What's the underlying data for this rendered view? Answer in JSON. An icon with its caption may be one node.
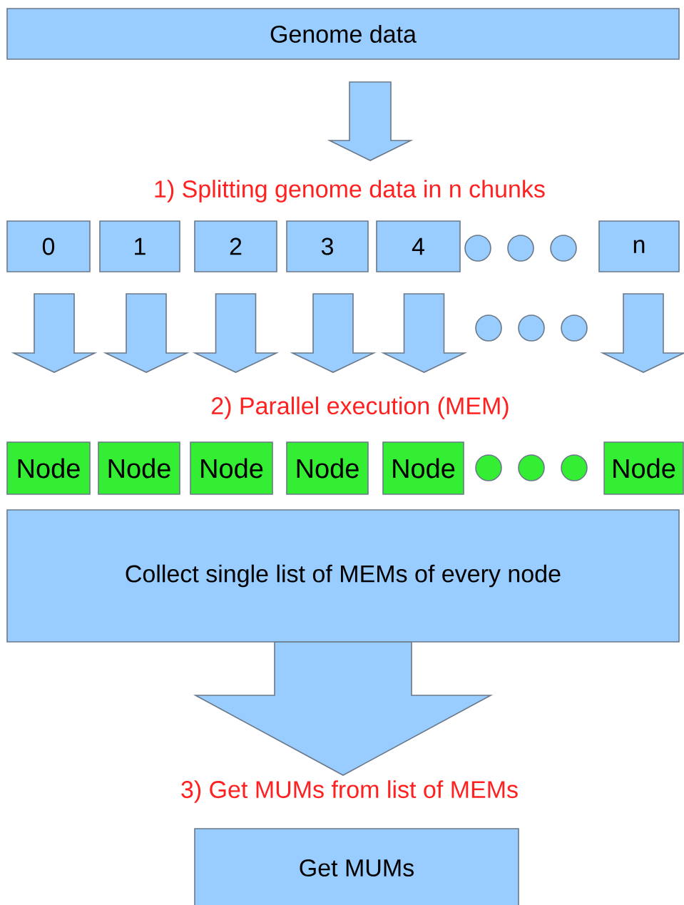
{
  "diagram": {
    "nodes": [
      {
        "text": [
          "Genome data"
        ]
      },
      {
        "text": [
          "0"
        ]
      },
      {
        "text": [
          "1"
        ]
      },
      {
        "text": [
          "2"
        ]
      },
      {
        "text": [
          "3"
        ]
      },
      {
        "text": [
          "4"
        ]
      },
      {
        "text": [
          "n"
        ]
      },
      {
        "text": [
          "Node"
        ]
      },
      {
        "text": [
          "Node"
        ]
      },
      {
        "text": [
          "Node"
        ]
      },
      {
        "text": [
          "Node"
        ]
      },
      {
        "text": [
          "Node"
        ]
      },
      {
        "text": [
          "Node"
        ]
      },
      {
        "text": [
          "Collect single list of MEMs of every node"
        ]
      },
      {
        "text": [
          "Get MUMs"
        ]
      }
    ],
    "edges": [
      {
        "from": 0,
        "to": null,
        "arrow": "to"
      },
      {
        "from": 1,
        "to": null,
        "arrow": "to"
      },
      {
        "from": 2,
        "to": null,
        "arrow": "to"
      },
      {
        "from": 3,
        "to": null,
        "arrow": "to"
      },
      {
        "from": 4,
        "to": null,
        "arrow": "to"
      },
      {
        "from": 5,
        "to": null,
        "arrow": "to"
      },
      {
        "from": 6,
        "to": null,
        "arrow": "to"
      },
      {
        "from": 13,
        "to": 14,
        "arrow": "to"
      }
    ],
    "labels": [
      "1) Splitting genome data in n chunks",
      "2) Parallel execution (MEM)",
      "3) Get MUMs from list of MEMs"
    ]
  }
}
